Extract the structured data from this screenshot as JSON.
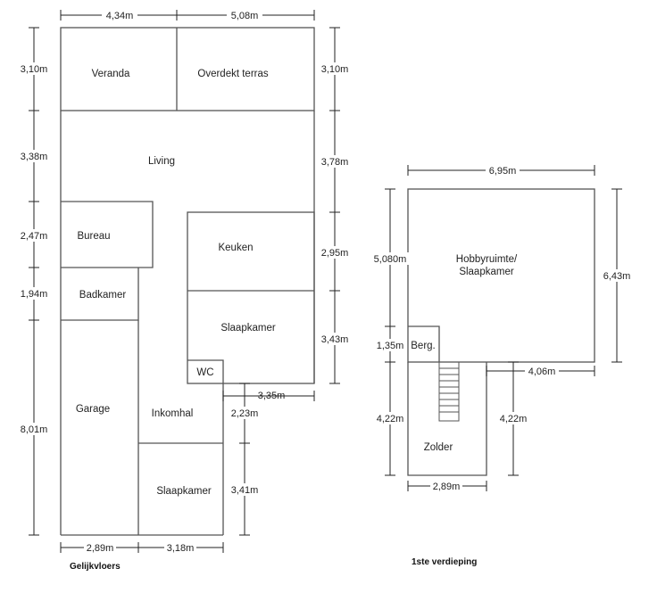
{
  "ground_floor": {
    "caption": "Gelijkvloers",
    "rooms": {
      "veranda": "Veranda",
      "overdekt_terras": "Overdekt terras",
      "living": "Living",
      "bureau": "Bureau",
      "badkamer": "Badkamer",
      "keuken": "Keuken",
      "slaapkamer_1": "Slaapkamer",
      "wc": "WC",
      "garage": "Garage",
      "inkomhal": "Inkomhal",
      "slaapkamer_2": "Slaapkamer"
    },
    "dimensions": {
      "top_left": "4,34m",
      "top_right": "5,08m",
      "left_veranda": "3,10m",
      "left_living": "3,38m",
      "left_bureau": "2,47m",
      "left_badkamer": "1,94m",
      "left_garage": "8,01m",
      "right_terras": "3,10m",
      "right_living": "3,78m",
      "right_keuken": "2,95m",
      "right_slaapkamer": "3,43m",
      "kitchen_width": "3,35m",
      "inkomhal_height": "2,23m",
      "slaapkamer_height": "3,41m",
      "bottom_garage": "2,89m",
      "bottom_slaapkamer": "3,18m"
    }
  },
  "first_floor": {
    "caption": "1ste verdieping",
    "rooms": {
      "hobby_line1": "Hobbyruimte/",
      "hobby_line2": "Slaapkamer",
      "berg": "Berg.",
      "zolder": "Zolder"
    },
    "dimensions": {
      "top": "6,95m",
      "left_hobby": "5,080m",
      "left_berg": "1,35m",
      "left_zolder": "4,22m",
      "right_hobby": "6,43m",
      "right_overhang": "4,06m",
      "right_zolder": "4,22m",
      "bottom": "2,89m"
    }
  }
}
